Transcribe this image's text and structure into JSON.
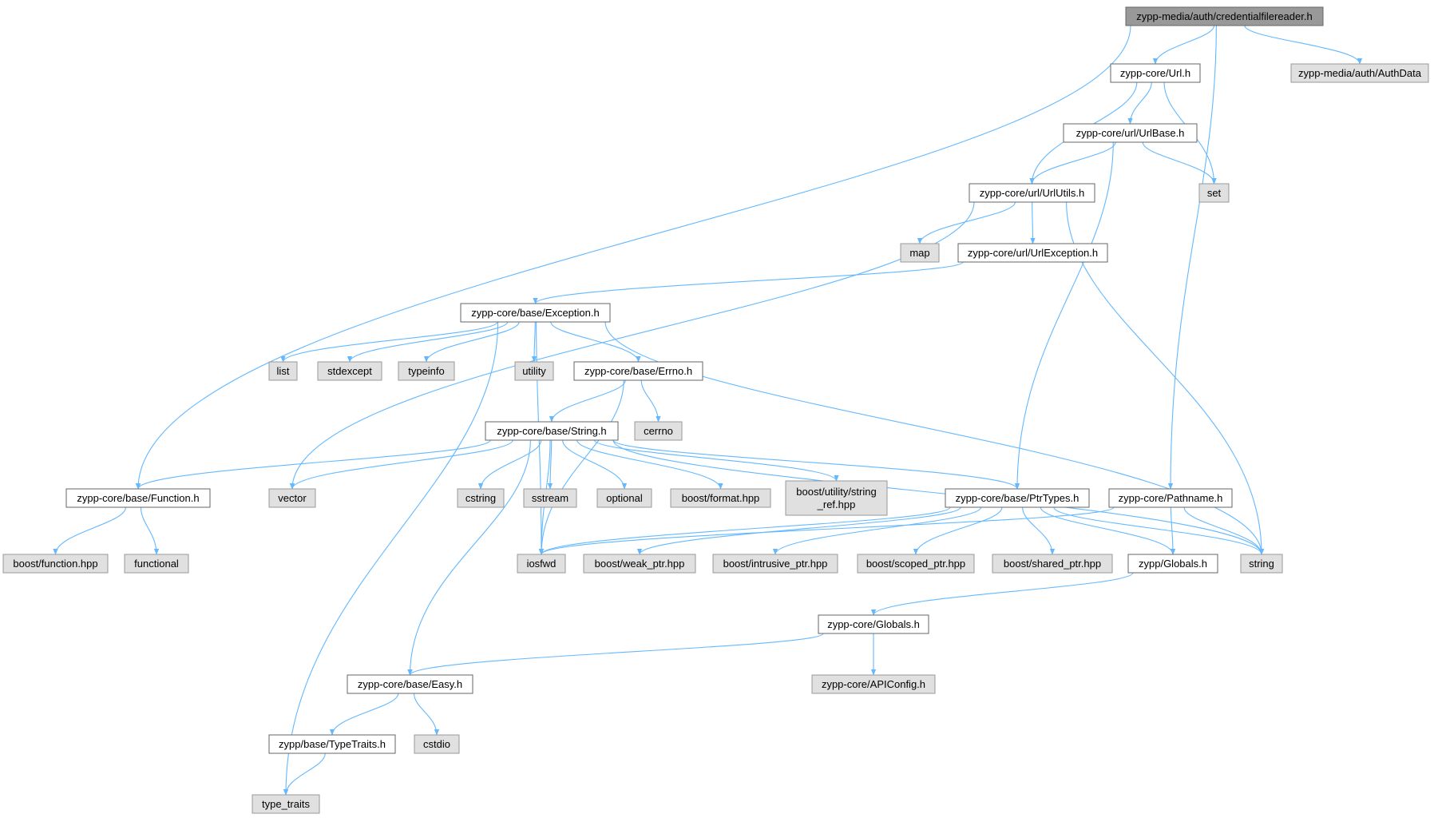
{
  "colors": {
    "edge": "#63b8ff",
    "root_fill": "#999999",
    "documented_fill": "#ffffff",
    "documented_border": "#666666",
    "external_fill": "#e0e0e0",
    "external_border": "#999999"
  },
  "nodes": [
    {
      "id": "credentialfilereader",
      "label": "zypp-media/auth/credentialfilereader.h",
      "kind": "root"
    },
    {
      "id": "authdata",
      "label": "zypp-media/auth/AuthData",
      "kind": "external"
    },
    {
      "id": "url",
      "label": "zypp-core/Url.h",
      "kind": "documented"
    },
    {
      "id": "urlbase",
      "label": "zypp-core/url/UrlBase.h",
      "kind": "documented"
    },
    {
      "id": "set",
      "label": "set",
      "kind": "external"
    },
    {
      "id": "urlutils",
      "label": "zypp-core/url/UrlUtils.h",
      "kind": "documented"
    },
    {
      "id": "map",
      "label": "map",
      "kind": "external"
    },
    {
      "id": "urlexception",
      "label": "zypp-core/url/UrlException.h",
      "kind": "documented"
    },
    {
      "id": "exception",
      "label": "zypp-core/base/Exception.h",
      "kind": "documented"
    },
    {
      "id": "list",
      "label": "list",
      "kind": "external"
    },
    {
      "id": "stdexcept",
      "label": "stdexcept",
      "kind": "external"
    },
    {
      "id": "typeinfo",
      "label": "typeinfo",
      "kind": "external"
    },
    {
      "id": "utility",
      "label": "utility",
      "kind": "external"
    },
    {
      "id": "errno",
      "label": "zypp-core/base/Errno.h",
      "kind": "documented"
    },
    {
      "id": "cerrno",
      "label": "cerrno",
      "kind": "external"
    },
    {
      "id": "string_h",
      "label": "zypp-core/base/String.h",
      "kind": "documented"
    },
    {
      "id": "function",
      "label": "zypp-core/base/Function.h",
      "kind": "documented"
    },
    {
      "id": "vector",
      "label": "vector",
      "kind": "external"
    },
    {
      "id": "cstring",
      "label": "cstring",
      "kind": "external"
    },
    {
      "id": "sstream",
      "label": "sstream",
      "kind": "external"
    },
    {
      "id": "optional",
      "label": "optional",
      "kind": "external"
    },
    {
      "id": "boostformat",
      "label": "boost/format.hpp",
      "kind": "external"
    },
    {
      "id": "stringref",
      "label": [
        "boost/utility/string",
        "_ref.hpp"
      ],
      "kind": "external"
    },
    {
      "id": "ptrtypes",
      "label": "zypp-core/base/PtrTypes.h",
      "kind": "documented"
    },
    {
      "id": "pathname",
      "label": "zypp-core/Pathname.h",
      "kind": "documented"
    },
    {
      "id": "boostfunction",
      "label": "boost/function.hpp",
      "kind": "external"
    },
    {
      "id": "functional",
      "label": "functional",
      "kind": "external"
    },
    {
      "id": "iosfwd",
      "label": "iosfwd",
      "kind": "external"
    },
    {
      "id": "weakptr",
      "label": "boost/weak_ptr.hpp",
      "kind": "external"
    },
    {
      "id": "intrusiveptr",
      "label": "boost/intrusive_ptr.hpp",
      "kind": "external"
    },
    {
      "id": "scopedptr",
      "label": "boost/scoped_ptr.hpp",
      "kind": "external"
    },
    {
      "id": "sharedptr",
      "label": "boost/shared_ptr.hpp",
      "kind": "external"
    },
    {
      "id": "zyppglobals",
      "label": "zypp/Globals.h",
      "kind": "documented"
    },
    {
      "id": "string",
      "label": "string",
      "kind": "external"
    },
    {
      "id": "coreglobals",
      "label": "zypp-core/Globals.h",
      "kind": "documented"
    },
    {
      "id": "apiconfig",
      "label": "zypp-core/APIConfig.h",
      "kind": "external"
    },
    {
      "id": "easy",
      "label": "zypp-core/base/Easy.h",
      "kind": "documented"
    },
    {
      "id": "typetraits_h",
      "label": "zypp/base/TypeTraits.h",
      "kind": "documented"
    },
    {
      "id": "cstdio",
      "label": "cstdio",
      "kind": "external"
    },
    {
      "id": "type_traits",
      "label": "type_traits",
      "kind": "external"
    }
  ],
  "edges": [
    {
      "from": "credentialfilereader",
      "to": "function"
    },
    {
      "from": "credentialfilereader",
      "to": "url"
    },
    {
      "from": "credentialfilereader",
      "to": "pathname"
    },
    {
      "from": "credentialfilereader",
      "to": "authdata"
    },
    {
      "from": "url",
      "to": "urlbase"
    },
    {
      "from": "url",
      "to": "urlutils"
    },
    {
      "from": "url",
      "to": "set"
    },
    {
      "from": "urlbase",
      "to": "urlutils"
    },
    {
      "from": "urlbase",
      "to": "set"
    },
    {
      "from": "urlbase",
      "to": "ptrtypes"
    },
    {
      "from": "urlutils",
      "to": "vector"
    },
    {
      "from": "urlutils",
      "to": "map"
    },
    {
      "from": "urlutils",
      "to": "urlexception"
    },
    {
      "from": "urlutils",
      "to": "string"
    },
    {
      "from": "urlexception",
      "to": "exception"
    },
    {
      "from": "exception",
      "to": "list"
    },
    {
      "from": "exception",
      "to": "stdexcept"
    },
    {
      "from": "exception",
      "to": "typeinfo"
    },
    {
      "from": "exception",
      "to": "utility"
    },
    {
      "from": "exception",
      "to": "errno"
    },
    {
      "from": "exception",
      "to": "iosfwd"
    },
    {
      "from": "exception",
      "to": "type_traits"
    },
    {
      "from": "exception",
      "to": "string"
    },
    {
      "from": "errno",
      "to": "cerrno"
    },
    {
      "from": "errno",
      "to": "string_h"
    },
    {
      "from": "errno",
      "to": "iosfwd"
    },
    {
      "from": "string_h",
      "to": "function"
    },
    {
      "from": "string_h",
      "to": "vector"
    },
    {
      "from": "string_h",
      "to": "cstring"
    },
    {
      "from": "string_h",
      "to": "sstream"
    },
    {
      "from": "string_h",
      "to": "optional"
    },
    {
      "from": "string_h",
      "to": "boostformat"
    },
    {
      "from": "string_h",
      "to": "stringref"
    },
    {
      "from": "string_h",
      "to": "ptrtypes"
    },
    {
      "from": "string_h",
      "to": "iosfwd"
    },
    {
      "from": "string_h",
      "to": "easy"
    },
    {
      "from": "string_h",
      "to": "string"
    },
    {
      "from": "function",
      "to": "boostfunction"
    },
    {
      "from": "function",
      "to": "functional"
    },
    {
      "from": "ptrtypes",
      "to": "iosfwd"
    },
    {
      "from": "ptrtypes",
      "to": "weakptr"
    },
    {
      "from": "ptrtypes",
      "to": "intrusiveptr"
    },
    {
      "from": "ptrtypes",
      "to": "scopedptr"
    },
    {
      "from": "ptrtypes",
      "to": "sharedptr"
    },
    {
      "from": "ptrtypes",
      "to": "zyppglobals"
    },
    {
      "from": "ptrtypes",
      "to": "string"
    },
    {
      "from": "pathname",
      "to": "iosfwd"
    },
    {
      "from": "pathname",
      "to": "zyppglobals"
    },
    {
      "from": "pathname",
      "to": "string"
    },
    {
      "from": "zyppglobals",
      "to": "coreglobals"
    },
    {
      "from": "coreglobals",
      "to": "apiconfig"
    },
    {
      "from": "coreglobals",
      "to": "easy"
    },
    {
      "from": "easy",
      "to": "typetraits_h"
    },
    {
      "from": "easy",
      "to": "cstdio"
    },
    {
      "from": "typetraits_h",
      "to": "type_traits"
    }
  ]
}
